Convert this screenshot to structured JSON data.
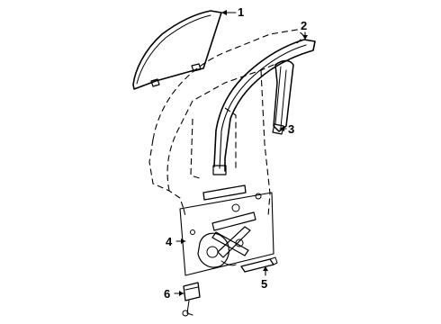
{
  "callouts": [
    {
      "number": "1",
      "part": "door-glass"
    },
    {
      "number": "2",
      "part": "glass-run-channel"
    },
    {
      "number": "3",
      "part": "rear-guide-channel"
    },
    {
      "number": "4",
      "part": "window-regulator-assembly"
    },
    {
      "number": "5",
      "part": "lower-sash-channel"
    },
    {
      "number": "6",
      "part": "regulator-motor"
    }
  ]
}
